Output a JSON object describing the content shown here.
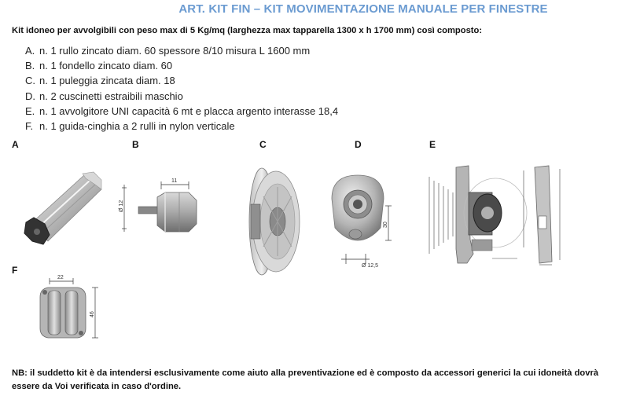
{
  "title": "ART. KIT FIN – KIT MOVIMENTAZIONE MANUALE PER FINESTRE",
  "intro": "Kit idoneo per avvolgibili con peso max di 5 Kg/mq (larghezza max tapparella 1300 x h 1700 mm) così composto:",
  "items": [
    {
      "letter": "A.",
      "text": "n. 1 rullo zincato diam. 60 spessore 8/10 misura L 1600 mm"
    },
    {
      "letter": "B.",
      "text": "n. 1 fondello zincato diam. 60"
    },
    {
      "letter": "C.",
      "text": "n. 1 puleggia zincata diam. 18"
    },
    {
      "letter": "D.",
      "text": "n. 2 cuscinetti estraibili maschio"
    },
    {
      "letter": "E.",
      "text": "n. 1 avvolgitore UNI capacità 6 mt e placca argento interasse 18,4"
    },
    {
      "letter": "F.",
      "text": "n. 1 guida-cinghia a 2 rulli in nylon verticale"
    }
  ],
  "figures": {
    "a": {
      "label": "A"
    },
    "b": {
      "label": "B",
      "dim_diameter": "Ø 12",
      "dim_length": "11"
    },
    "c": {
      "label": "C"
    },
    "d": {
      "label": "D",
      "dim_height": "30",
      "dim_diameter": "Ø 12,5"
    },
    "e": {
      "label": "E"
    },
    "f": {
      "label": "F",
      "dim_width": "22",
      "dim_height": "46"
    }
  },
  "note": "NB: il suddetto kit è da intendersi esclusivamente come aiuto alla preventivazione ed è composto da accessori generici la cui idoneità dovrà essere da Voi verificata in caso d'ordine."
}
